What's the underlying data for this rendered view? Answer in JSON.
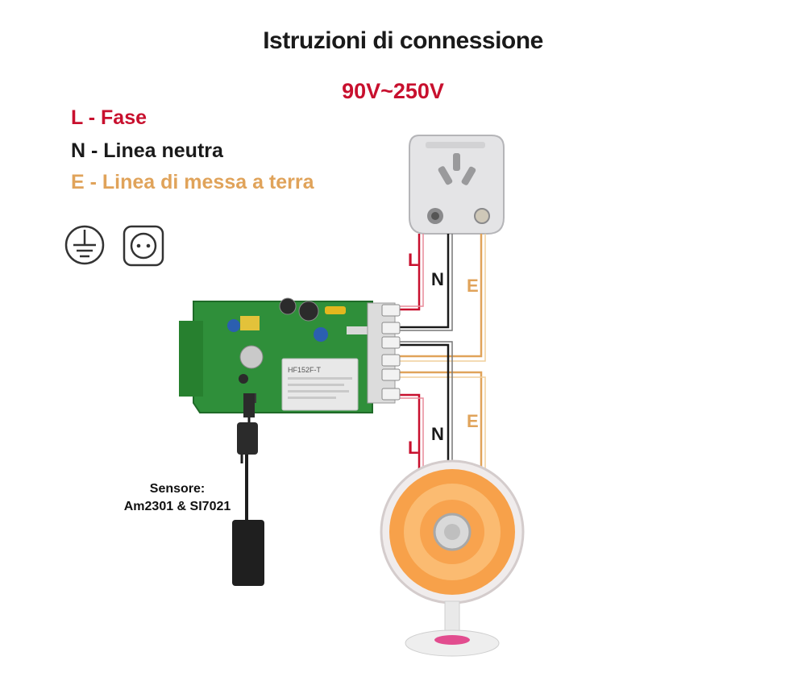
{
  "title": "Istruzioni di connessione",
  "voltage": "90V~250V",
  "legend": {
    "l": "L - Fase",
    "n": "N - Linea neutra",
    "e": "E - Linea di messa a terra"
  },
  "icons": [
    "ground-symbol-icon",
    "schuko-socket-icon"
  ],
  "wire_labels": {
    "top_l": "L",
    "top_n": "N",
    "top_e": "E",
    "bottom_l": "L",
    "bottom_n": "N",
    "bottom_e": "E"
  },
  "relay_text": "HF152F-T",
  "sensor": {
    "line1": "Sensore:",
    "line2": "Am2301 & SI7021"
  },
  "colors": {
    "phase": "#c8102e",
    "neutral": "#1a1a1a",
    "earth": "#e0a35a",
    "board": "#2f8f3a"
  }
}
